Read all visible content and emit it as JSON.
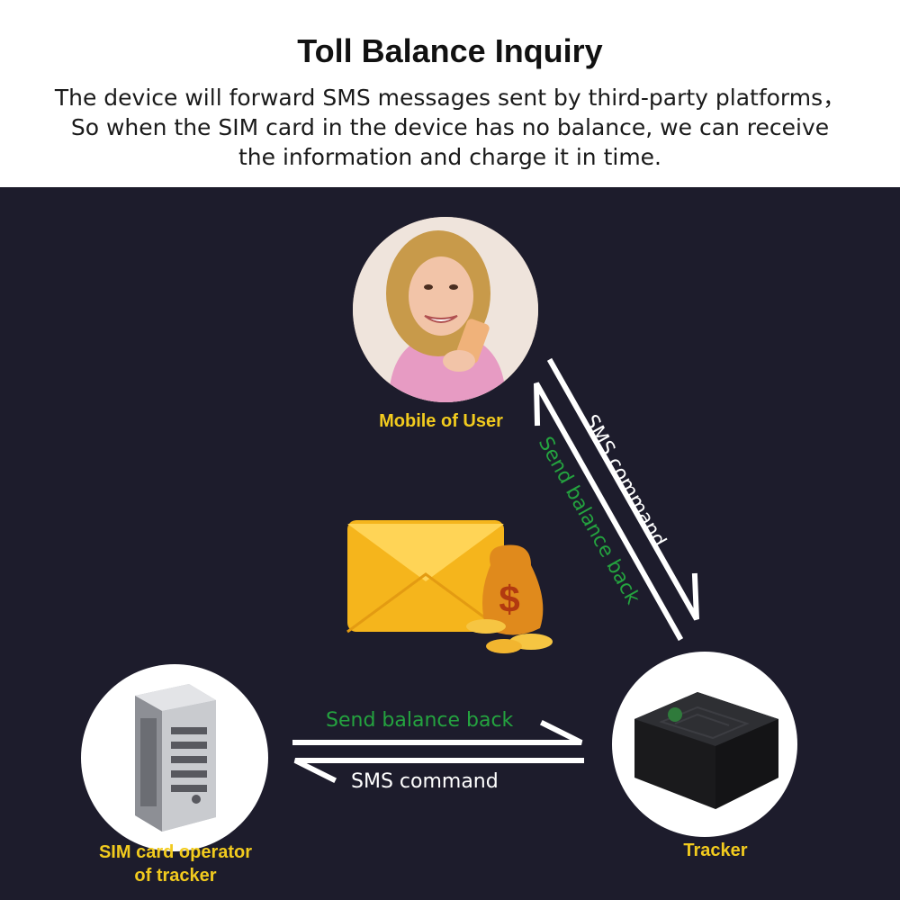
{
  "header": {
    "title": "Toll Balance Inquiry",
    "description_lines": [
      "The device will forward SMS messages sent by third-party platforms，",
      "So when the SIM card in the device has no balance, we can receive",
      "the information and charge it in time."
    ]
  },
  "diagram": {
    "nodes": {
      "user": {
        "label": "Mobile of User",
        "icon": "user-with-phone-photo"
      },
      "operator": {
        "label_lines": [
          "SIM card operator",
          "of tracker"
        ],
        "icon": "server-rack-icon"
      },
      "tracker": {
        "label": "Tracker",
        "icon": "gps-tracker-device"
      }
    },
    "center_icon": "envelope-money-bag-icon",
    "flows": {
      "user_to_tracker": "SMS command",
      "tracker_to_user": "Send balance back",
      "tracker_to_operator": "SMS command",
      "operator_to_tracker": "Send balance back"
    }
  },
  "colors": {
    "panel_background": "#1d1c2c",
    "label_yellow": "#f2cb1e",
    "flow_green": "#24a33f",
    "flow_white": "#ffffff"
  }
}
